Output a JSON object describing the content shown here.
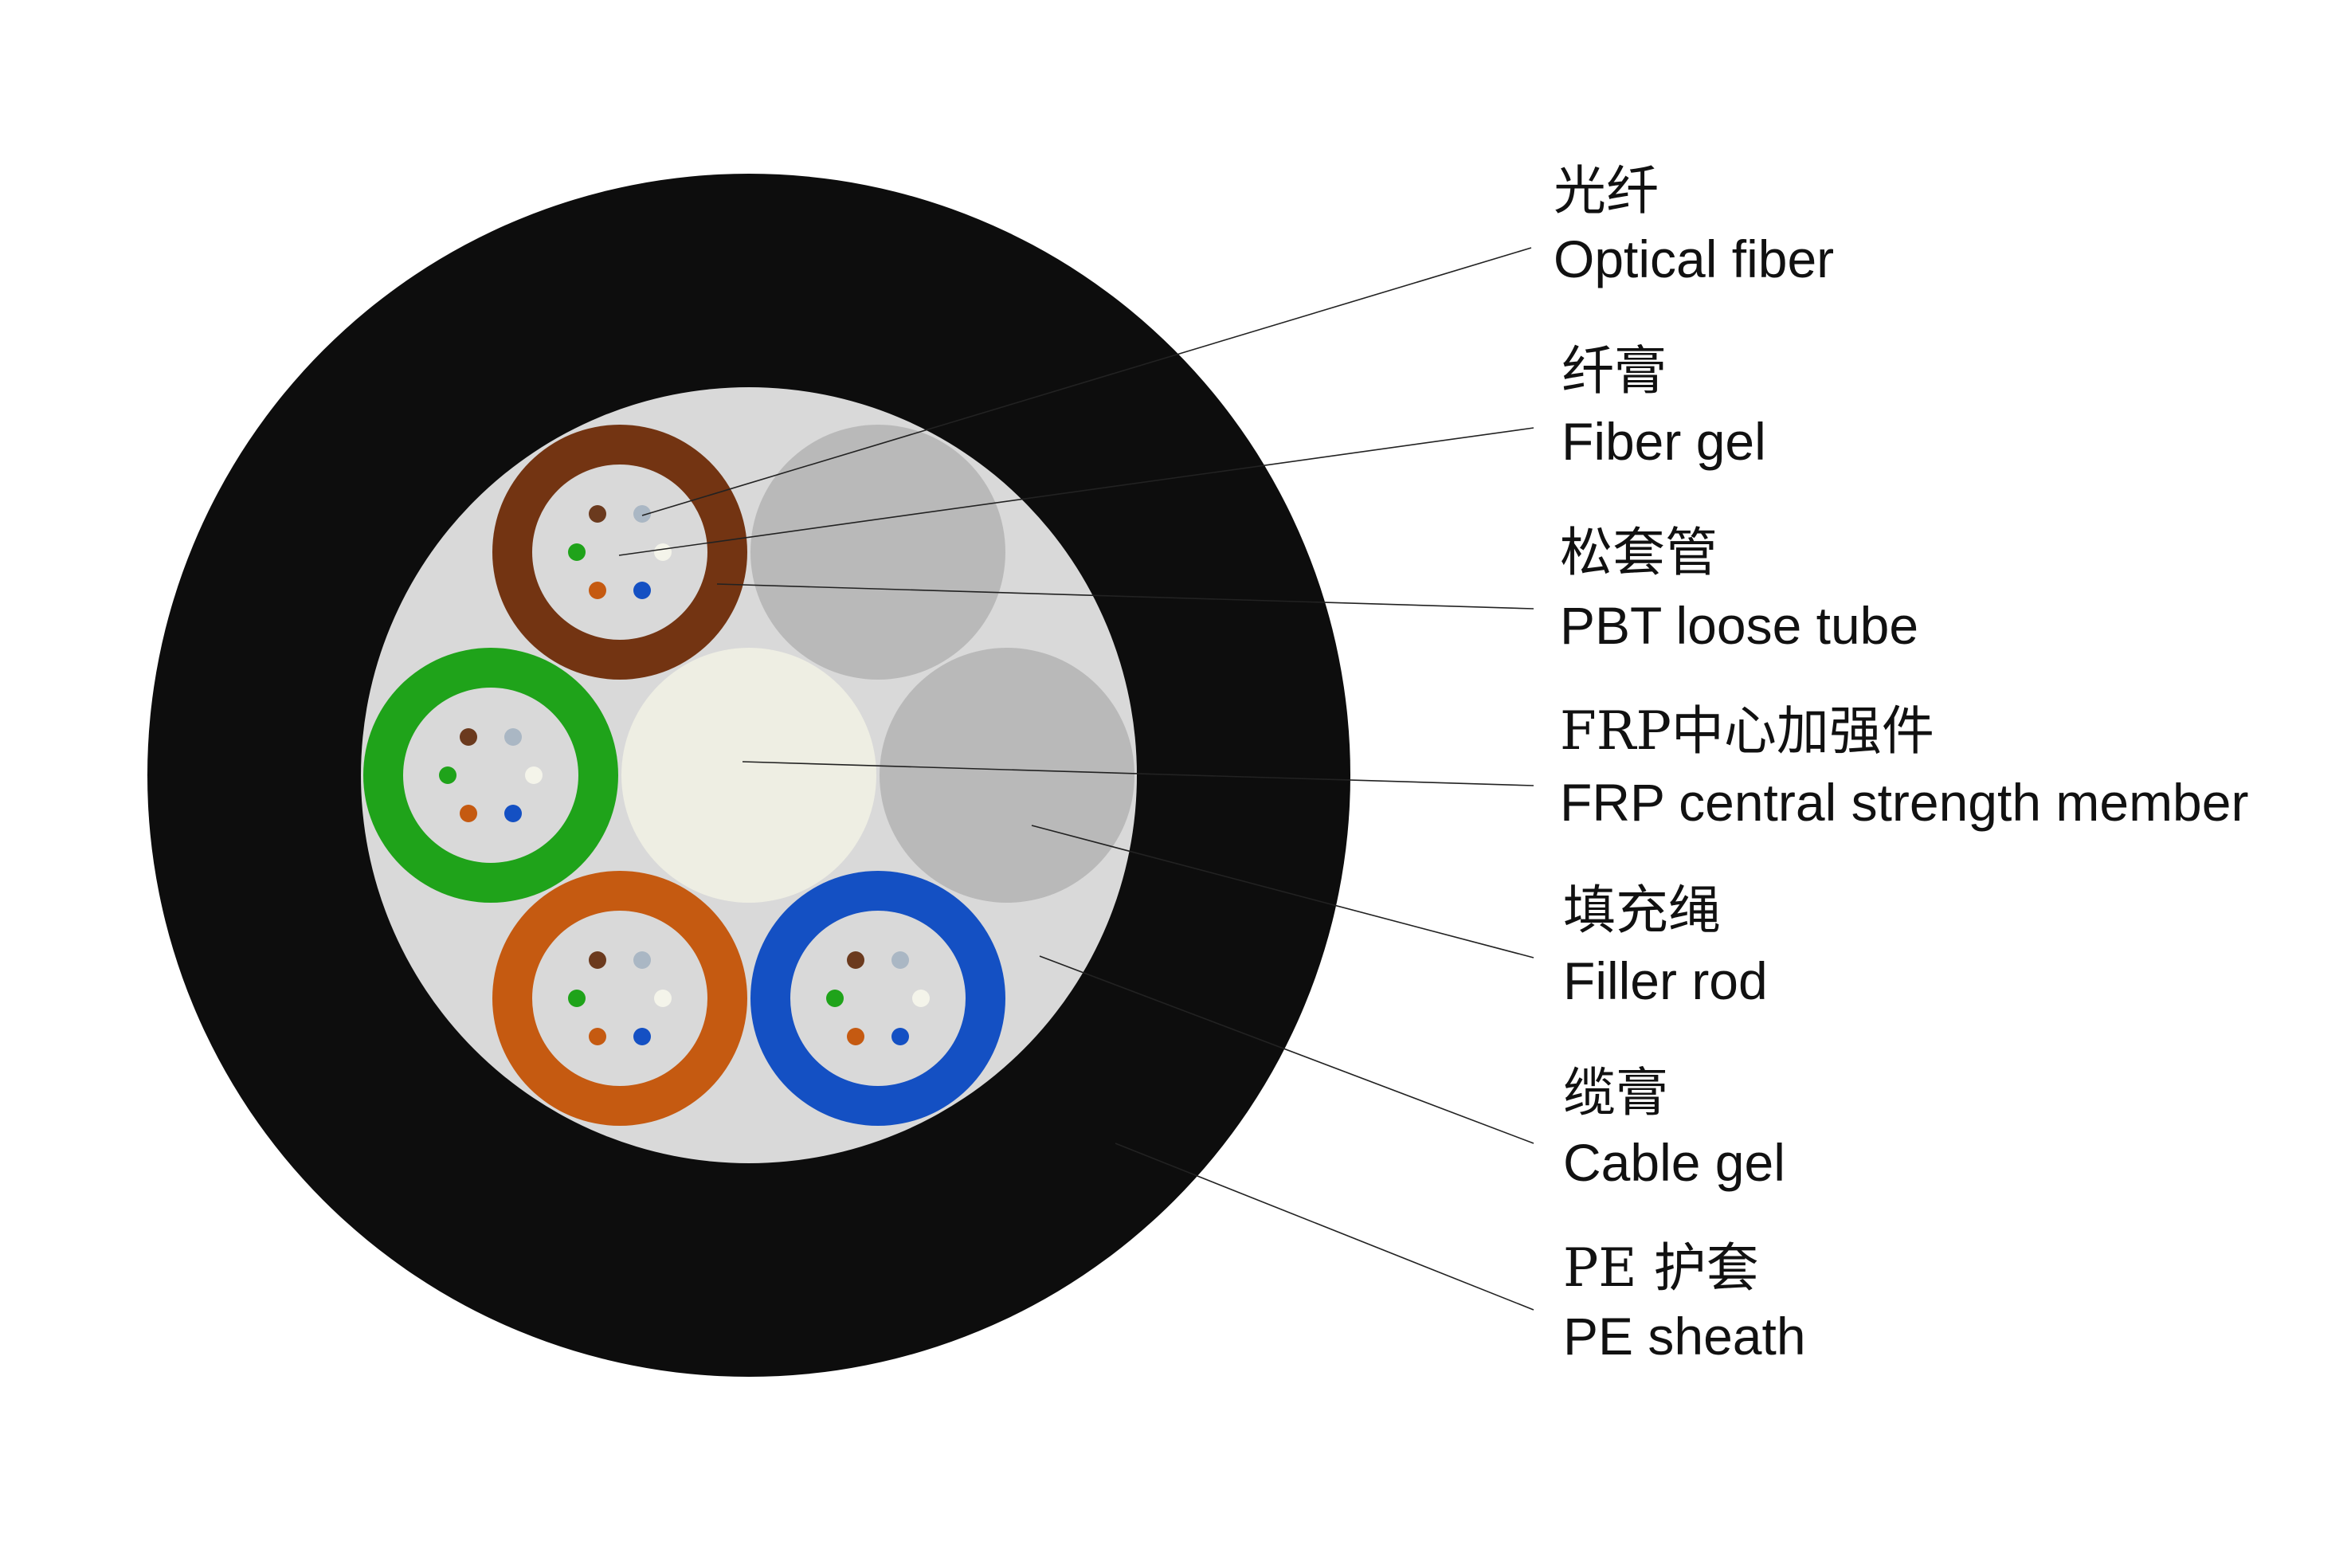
{
  "colors": {
    "sheath": "#0d0d0d",
    "cable_gel": "#d9d9d9",
    "frp_member": "#eeeee3",
    "filler_rod": "#b9b9b9",
    "tube_brown": "#733412",
    "tube_green": "#1fa31a",
    "tube_orange": "#c55a11",
    "tube_blue": "#1450c3",
    "fiber_gel": "#d9d9d9"
  },
  "fiber_colors": [
    "#6b3a1e",
    "#aab7c4",
    "#f4f4ea",
    "#1450c3",
    "#c55a11",
    "#1fa31a"
  ],
  "loose_tubes": [
    {
      "name": "tube-brown",
      "color_key": "tube_brown"
    },
    {
      "name": "tube-green",
      "color_key": "tube_green"
    },
    {
      "name": "tube-orange",
      "color_key": "tube_orange"
    },
    {
      "name": "tube-blue",
      "color_key": "tube_blue"
    }
  ],
  "labels": [
    {
      "id": "optical-fiber",
      "cn": "光纤",
      "en": "Optical fiber"
    },
    {
      "id": "fiber-gel",
      "cn": "纤膏",
      "en": "Fiber gel"
    },
    {
      "id": "pbt-loose-tube",
      "cn": "松套管",
      "en": "PBT loose tube"
    },
    {
      "id": "frp-member",
      "cn": "FRP中心加强件",
      "en": "FRP central strength member"
    },
    {
      "id": "filler-rod",
      "cn": "填充绳",
      "en": "Filler rod"
    },
    {
      "id": "cable-gel",
      "cn": "缆膏",
      "en": "Cable gel"
    },
    {
      "id": "pe-sheath",
      "cn": "PE 护套",
      "en": "PE sheath"
    }
  ]
}
